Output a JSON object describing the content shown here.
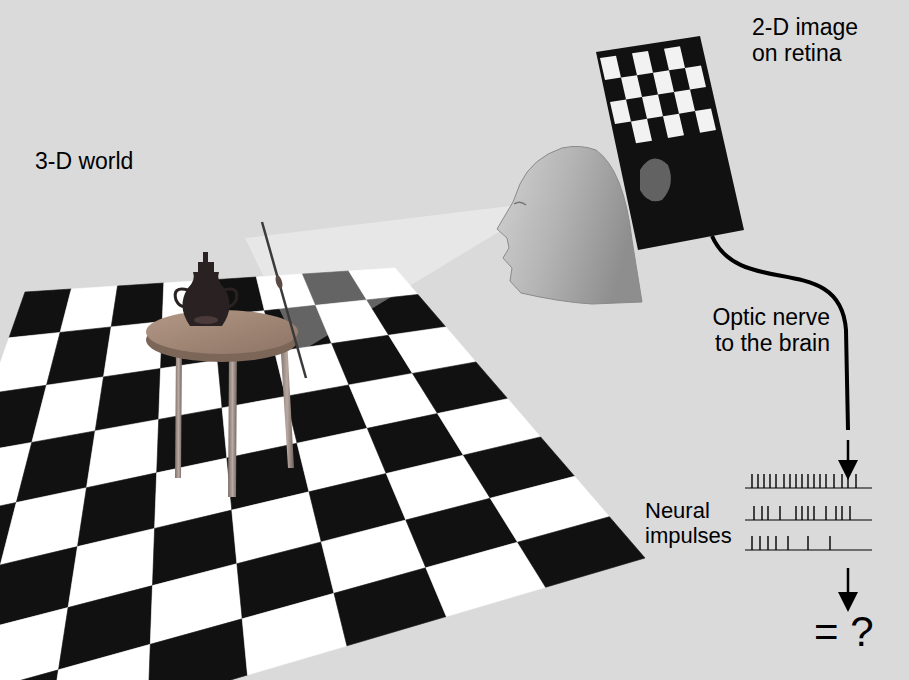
{
  "diagram": {
    "labels": [
      "3-D world",
      "2-D image on retina",
      "Optic nerve to the brain",
      "Neural impulses",
      "= ?"
    ]
  }
}
